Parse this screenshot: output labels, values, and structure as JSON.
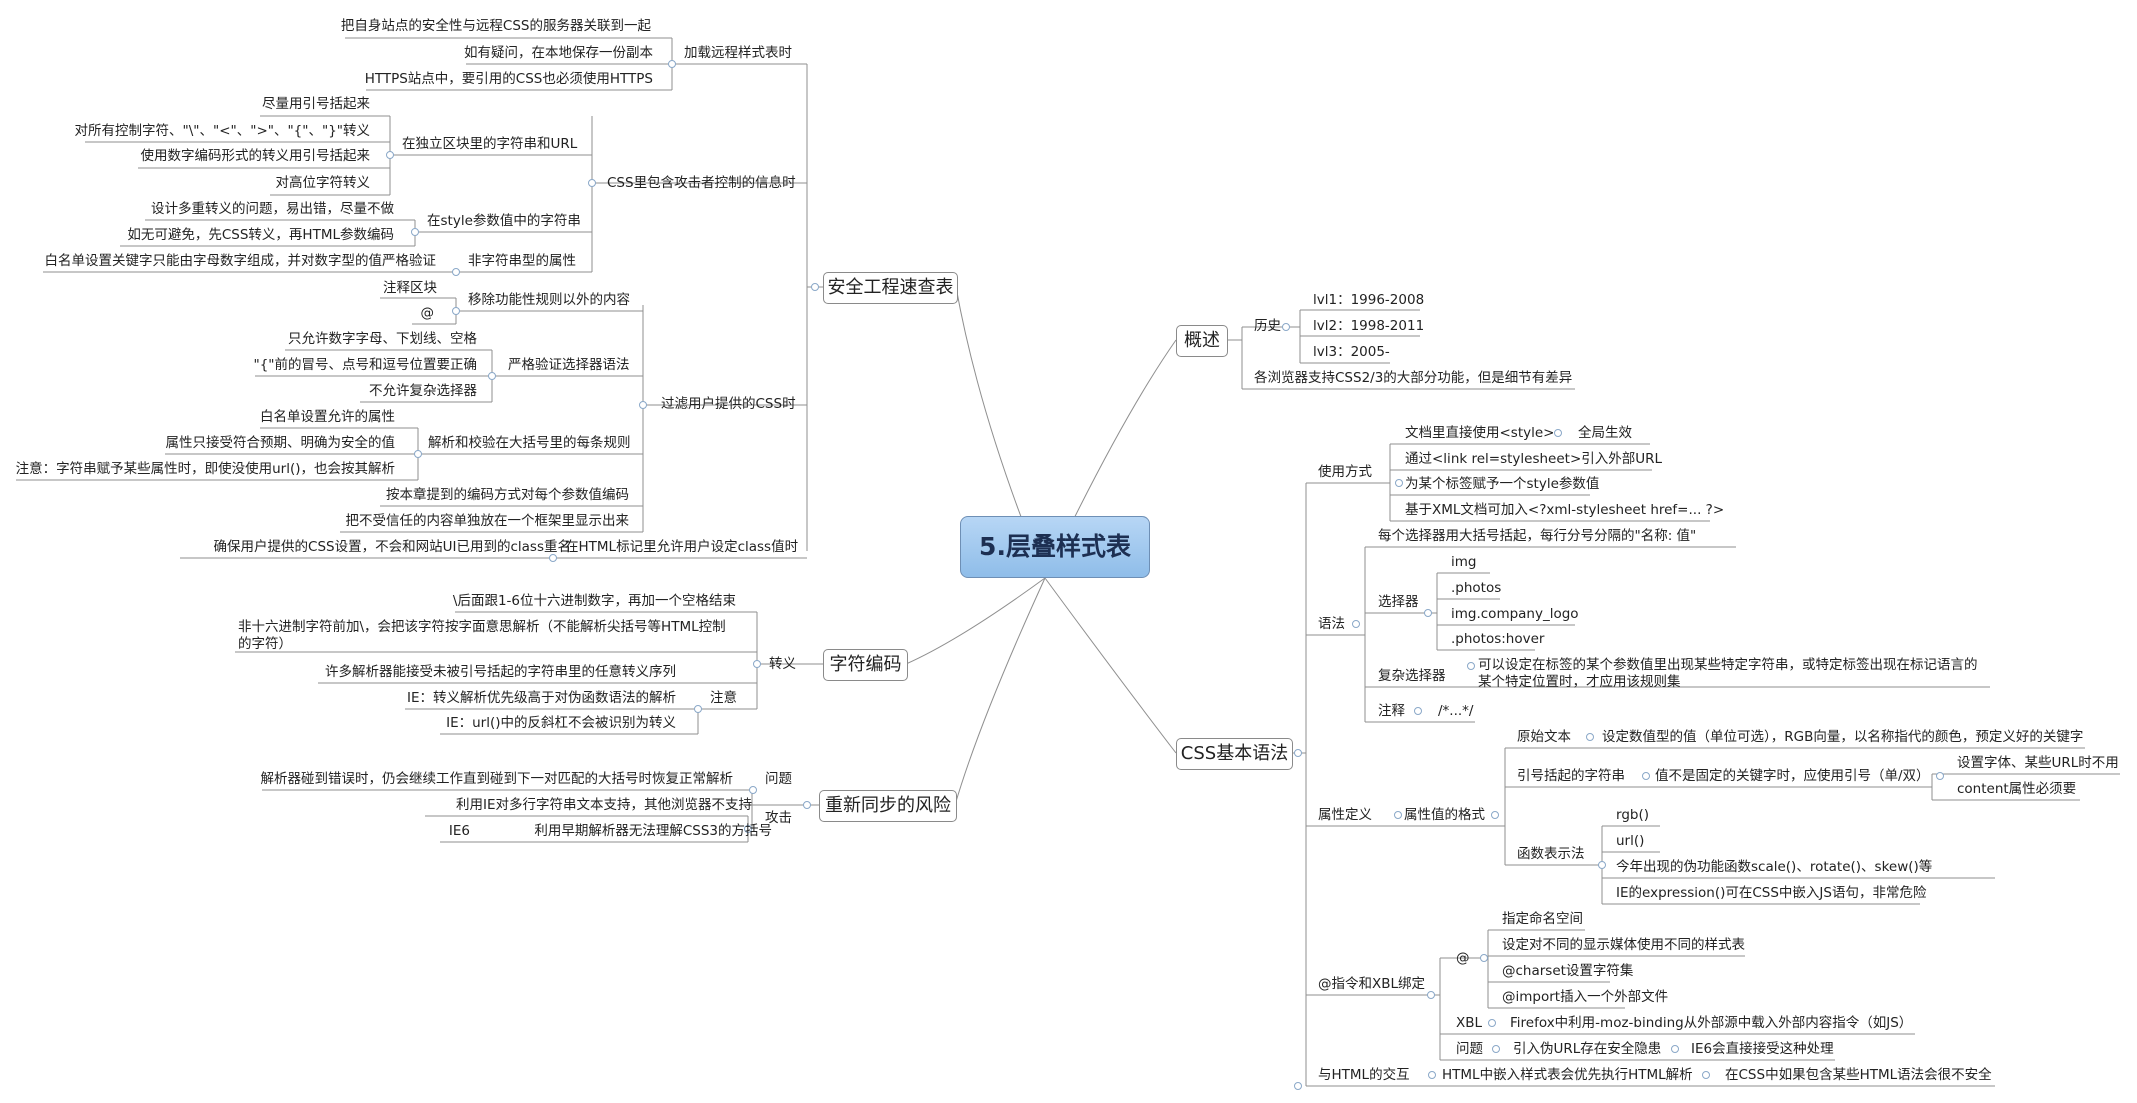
{
  "center": "5.层叠样式表",
  "branches": {
    "b1": "安全工程速查表",
    "b2": "字符编码",
    "b3": "重新同步的风险",
    "b4": "概述",
    "b5": "CSS基本语法"
  },
  "nodes": {
    "n1": "把自身站点的安全性与远程CSS的服务器关联到一起",
    "n2": "如有疑问，在本地保存一份副本",
    "n3": "HTTPS站点中，要引用的CSS也必须使用HTTPS",
    "n4": "加载远程样式表时",
    "n5": "尽量用引号括起来",
    "n6": "对所有控制字符、\"\\\"、\"<\"、\">\"、\"{\"、\"}\"转义",
    "n7": "使用数字编码形式的转义用引号括起来",
    "n8": "对高位字符转义",
    "n9": "在独立区块里的字符串和URL",
    "n10": "设计多重转义的问题，易出错，尽量不做",
    "n11": "如无可避免，先CSS转义，再HTML参数编码",
    "n12": "在style参数值中的字符串",
    "n13": "CSS里包含攻击者控制的信息时",
    "n14": "白名单设置关键字只能由字母数字组成，并对数字型的值严格验证",
    "n15": "非字符串型的属性",
    "n16": "注释区块",
    "n17": "@",
    "n18": "移除功能性规则以外的内容",
    "n19": "只允许数字字母、下划线、空格",
    "n20": "\"{\"前的冒号、点号和逗号位置要正确",
    "n21": "严格验证选择器语法",
    "n22": "不允许复杂选择器",
    "n23": "过滤用户提供的CSS时",
    "n24": "白名单设置允许的属性",
    "n25": "属性只接受符合预期、明确为安全的值",
    "n26": "注意：字符串赋予某些属性时，即使没使用url()，也会按其解析",
    "n27": "解析和校验在大括号里的每条规则",
    "n28": "按本章提到的编码方式对每个参数值编码",
    "n29": "把不受信任的内容单独放在一个框架里显示出来",
    "n30": "确保用户提供的CSS设置，不会和网站UI已用到的class重名",
    "n31": "在HTML标记里允许用户设定class值时",
    "n32": "\\后面跟1-6位十六进制数字，再加一个空格结束",
    "n33": "非十六进制字符前加\\，会把该字符按字面意思解析（不能解析尖括号等HTML控制的字符）",
    "n34": "许多解析器能接受未被引号括起的字符串里的任意转义序列",
    "n35": "转义",
    "n36": "IE：转义解析优先级高于对伪函数语法的解析",
    "n37": "IE：url()中的反斜杠不会被识别为转义",
    "n38": "注意",
    "n39": "解析器碰到错误时，仍会继续工作直到碰到下一对匹配的大括号时恢复正常解析",
    "n40": "问题",
    "n41": "利用IE对多行字符串文本支持，其他浏览器不支持",
    "n42": "IE6",
    "n43": "利用早期解析器无法理解CSS3的方括号",
    "n44": "攻击",
    "n45": "lvl1：1996-2008",
    "n46": "lvl2：1998-2011",
    "n47": "lvl3：2005-",
    "n48": "历史",
    "n49": "各浏览器支持CSS2/3的大部分功能，但是细节有差异",
    "n50": "文档里直接使用<style>",
    "n51": "全局生效",
    "n52": "通过<link rel=stylesheet>引入外部URL",
    "n53": "为某个标签赋予一个style参数值",
    "n54": "基于XML文档可加入<?xml-stylesheet href=... ?>",
    "n55": "使用方式",
    "n56": "每个选择器用大括号括起，每行分号分隔的\"名称: 值\"",
    "n57": "img",
    "n58": ".photos",
    "n59": "img.company_logo",
    "n60": ".photos:hover",
    "n61": "选择器",
    "n62": "复杂选择器",
    "n63": "可以设定在标签的某个参数值里出现某些特定字符串，或特定标签出现在标记语言的某个特定位置时，才应用该规则集",
    "n64": "注释",
    "n65": "/*...*/",
    "n66": "语法",
    "n67": "原始文本",
    "n68": "设定数值型的值（单位可选），RGB向量，以名称指代的颜色，预定义好的关键字",
    "n69": "引号括起的字符串",
    "n70": "值不是固定的关键字时，应使用引号（单/双）",
    "n71": "设置字体、某些URL时不用",
    "n72": "content属性必须要",
    "n73": "函数表示法",
    "n74": "rgb()",
    "n75": "url()",
    "n76": "今年出现的伪功能函数scale()、rotate()、skew()等",
    "n77": "IE的expression()可在CSS中嵌入JS语句，非常危险",
    "n78": "属性定义",
    "n79": "属性值的格式",
    "n80": "指定命名空间",
    "n81": "设定对不同的显示媒体使用不同的样式表",
    "n82": "@charset设置字符集",
    "n83": "@import插入一个外部文件",
    "n84": "@",
    "n85": "XBL",
    "n86": "Firefox中利用-moz-binding从外部源中载入外部内容指令（如JS）",
    "n87": "问题",
    "n88": "引入伪URL存在安全隐患",
    "n89": "IE6会直接接受这种处理",
    "n90": "@指令和XBL绑定",
    "n91": "与HTML的交互",
    "n92": "HTML中嵌入样式表会优先执行HTML解析",
    "n93": "在CSS中如果包含某些HTML语法会很不安全"
  }
}
